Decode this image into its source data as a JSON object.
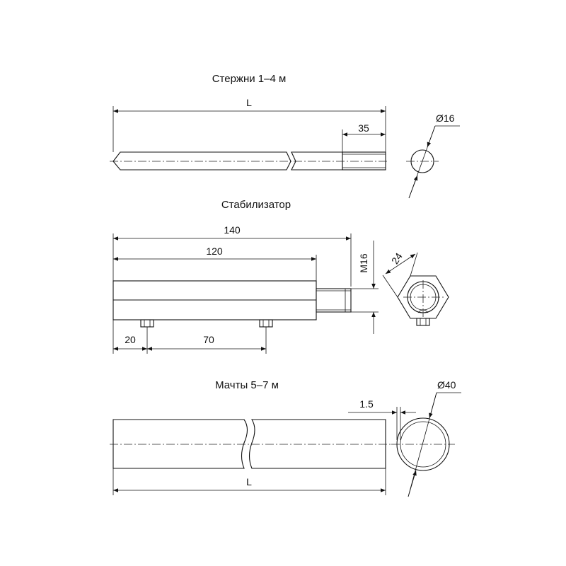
{
  "sections": {
    "rods": {
      "title": "Стержни 1–4 м",
      "dims": {
        "length": "L",
        "thread_length": "35",
        "diameter": "Ø16"
      }
    },
    "stabilizer": {
      "title": "Стабилизатор",
      "dims": {
        "total": "140",
        "body": "120",
        "thread": "M16",
        "hex": "24",
        "offset1": "20",
        "offset2": "70"
      }
    },
    "masts": {
      "title": "Мачты 5–7 м",
      "dims": {
        "length": "L",
        "wall": "1.5",
        "diameter": "Ø40"
      }
    }
  }
}
